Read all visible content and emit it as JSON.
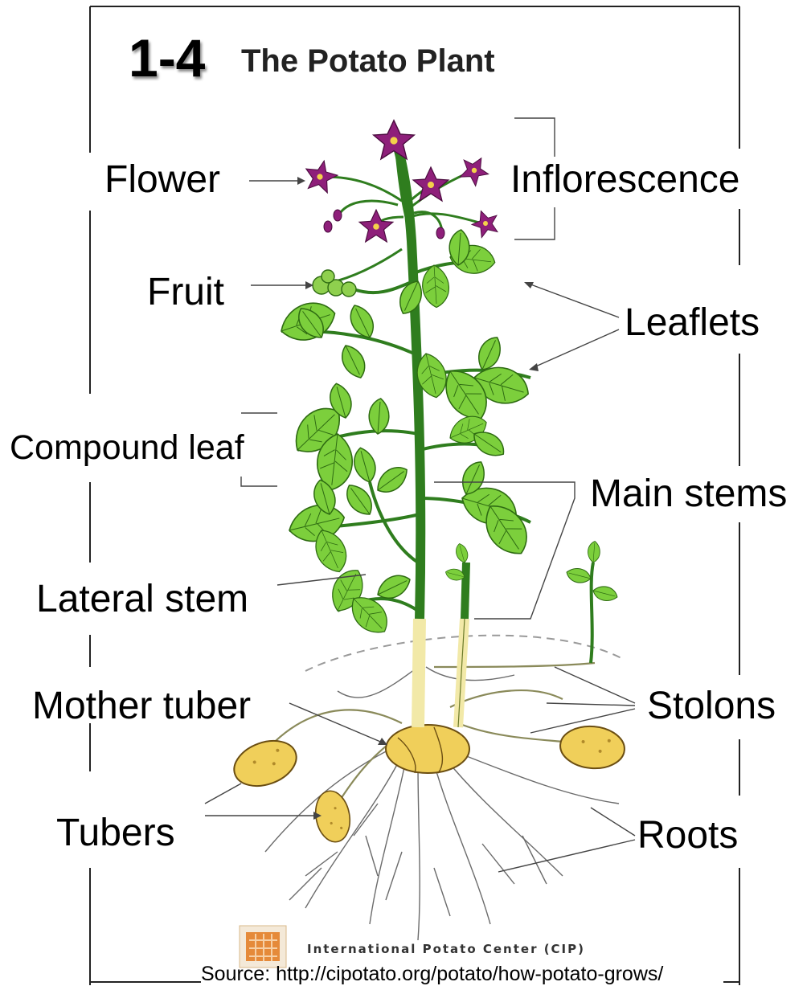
{
  "figure": {
    "number": "1-4",
    "title": "The Potato Plant"
  },
  "labels": {
    "flower": "Flower",
    "inflorescence": "Inflorescence",
    "fruit": "Fruit",
    "leaflets": "Leaflets",
    "compound_leaf": "Compound leaf",
    "main_stems": "Main stems",
    "lateral_stem": "Lateral stem",
    "mother_tuber": "Mother tuber",
    "stolons": "Stolons",
    "tubers": "Tubers",
    "roots": "Roots"
  },
  "footer": {
    "organization": "International Potato Center (CIP)",
    "source": "Source: http://cipotato.org/potato/how-potato-grows/"
  },
  "colors": {
    "leaf": "#7ccf3c",
    "leaf_dark": "#3f8a1a",
    "stem": "#2f7d1e",
    "flower": "#8e1f7a",
    "tuber": "#f0cf5a",
    "root": "#6b6b6b"
  }
}
